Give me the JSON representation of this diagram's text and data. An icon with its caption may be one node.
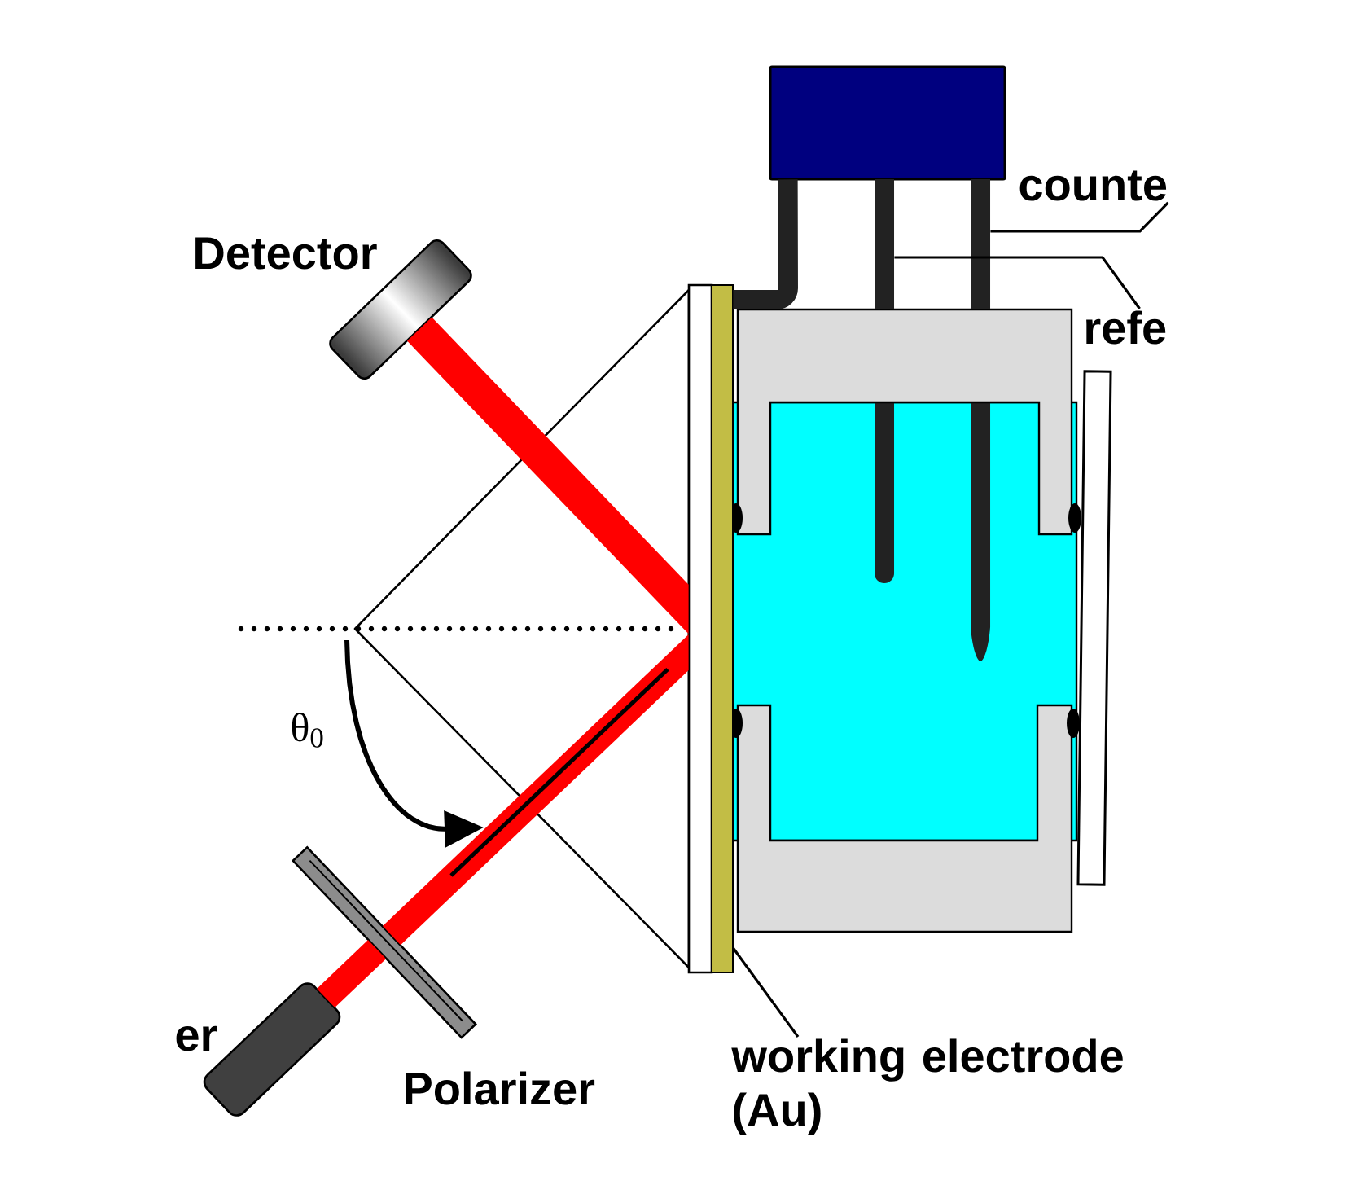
{
  "diagram": {
    "nodes": [
      {
        "text": [],
        "shape": "box"
      },
      {
        "text": [
          "counte"
        ]
      },
      {
        "text": [],
        "shape": "bar"
      },
      {
        "text": [],
        "shape": "bar"
      },
      {
        "text": [],
        "shape": "box",
        "beside": [
          "Detector"
        ]
      },
      {
        "text": [],
        "shape": "bar"
      },
      {
        "text": [],
        "shape": "bar"
      },
      {
        "text": [
          "refe"
        ]
      },
      {
        "text": [],
        "shape": "bar"
      },
      {
        "text": [],
        "shape": "bar",
        "beside": [
          "Polarizer"
        ]
      },
      {
        "text": [],
        "shape": "box",
        "beside": [
          "er"
        ]
      },
      {
        "text": [
          "working electrode (Au)"
        ]
      }
    ],
    "edges": [
      {
        "from": 1,
        "to": 3,
        "arrow": "none"
      },
      {
        "from": 7,
        "to": 2,
        "arrow": "none"
      },
      {
        "from": 0,
        "to": 6,
        "arrow": "none",
        "style": "thick",
        "color": "#222222"
      },
      {
        "from": 10,
        "to": 9,
        "arrow": "none",
        "style": "thick",
        "color": "#ff0000"
      },
      {
        "from": 9,
        "to": 5,
        "arrow": "none",
        "color": "#ff0000"
      },
      {
        "from": 5,
        "to": 4,
        "arrow": "none",
        "color": "#ff0000"
      },
      {
        "from": 11,
        "to": 6,
        "arrow": "none"
      }
    ],
    "labels": [
      "θ$_{0}$"
    ]
  }
}
